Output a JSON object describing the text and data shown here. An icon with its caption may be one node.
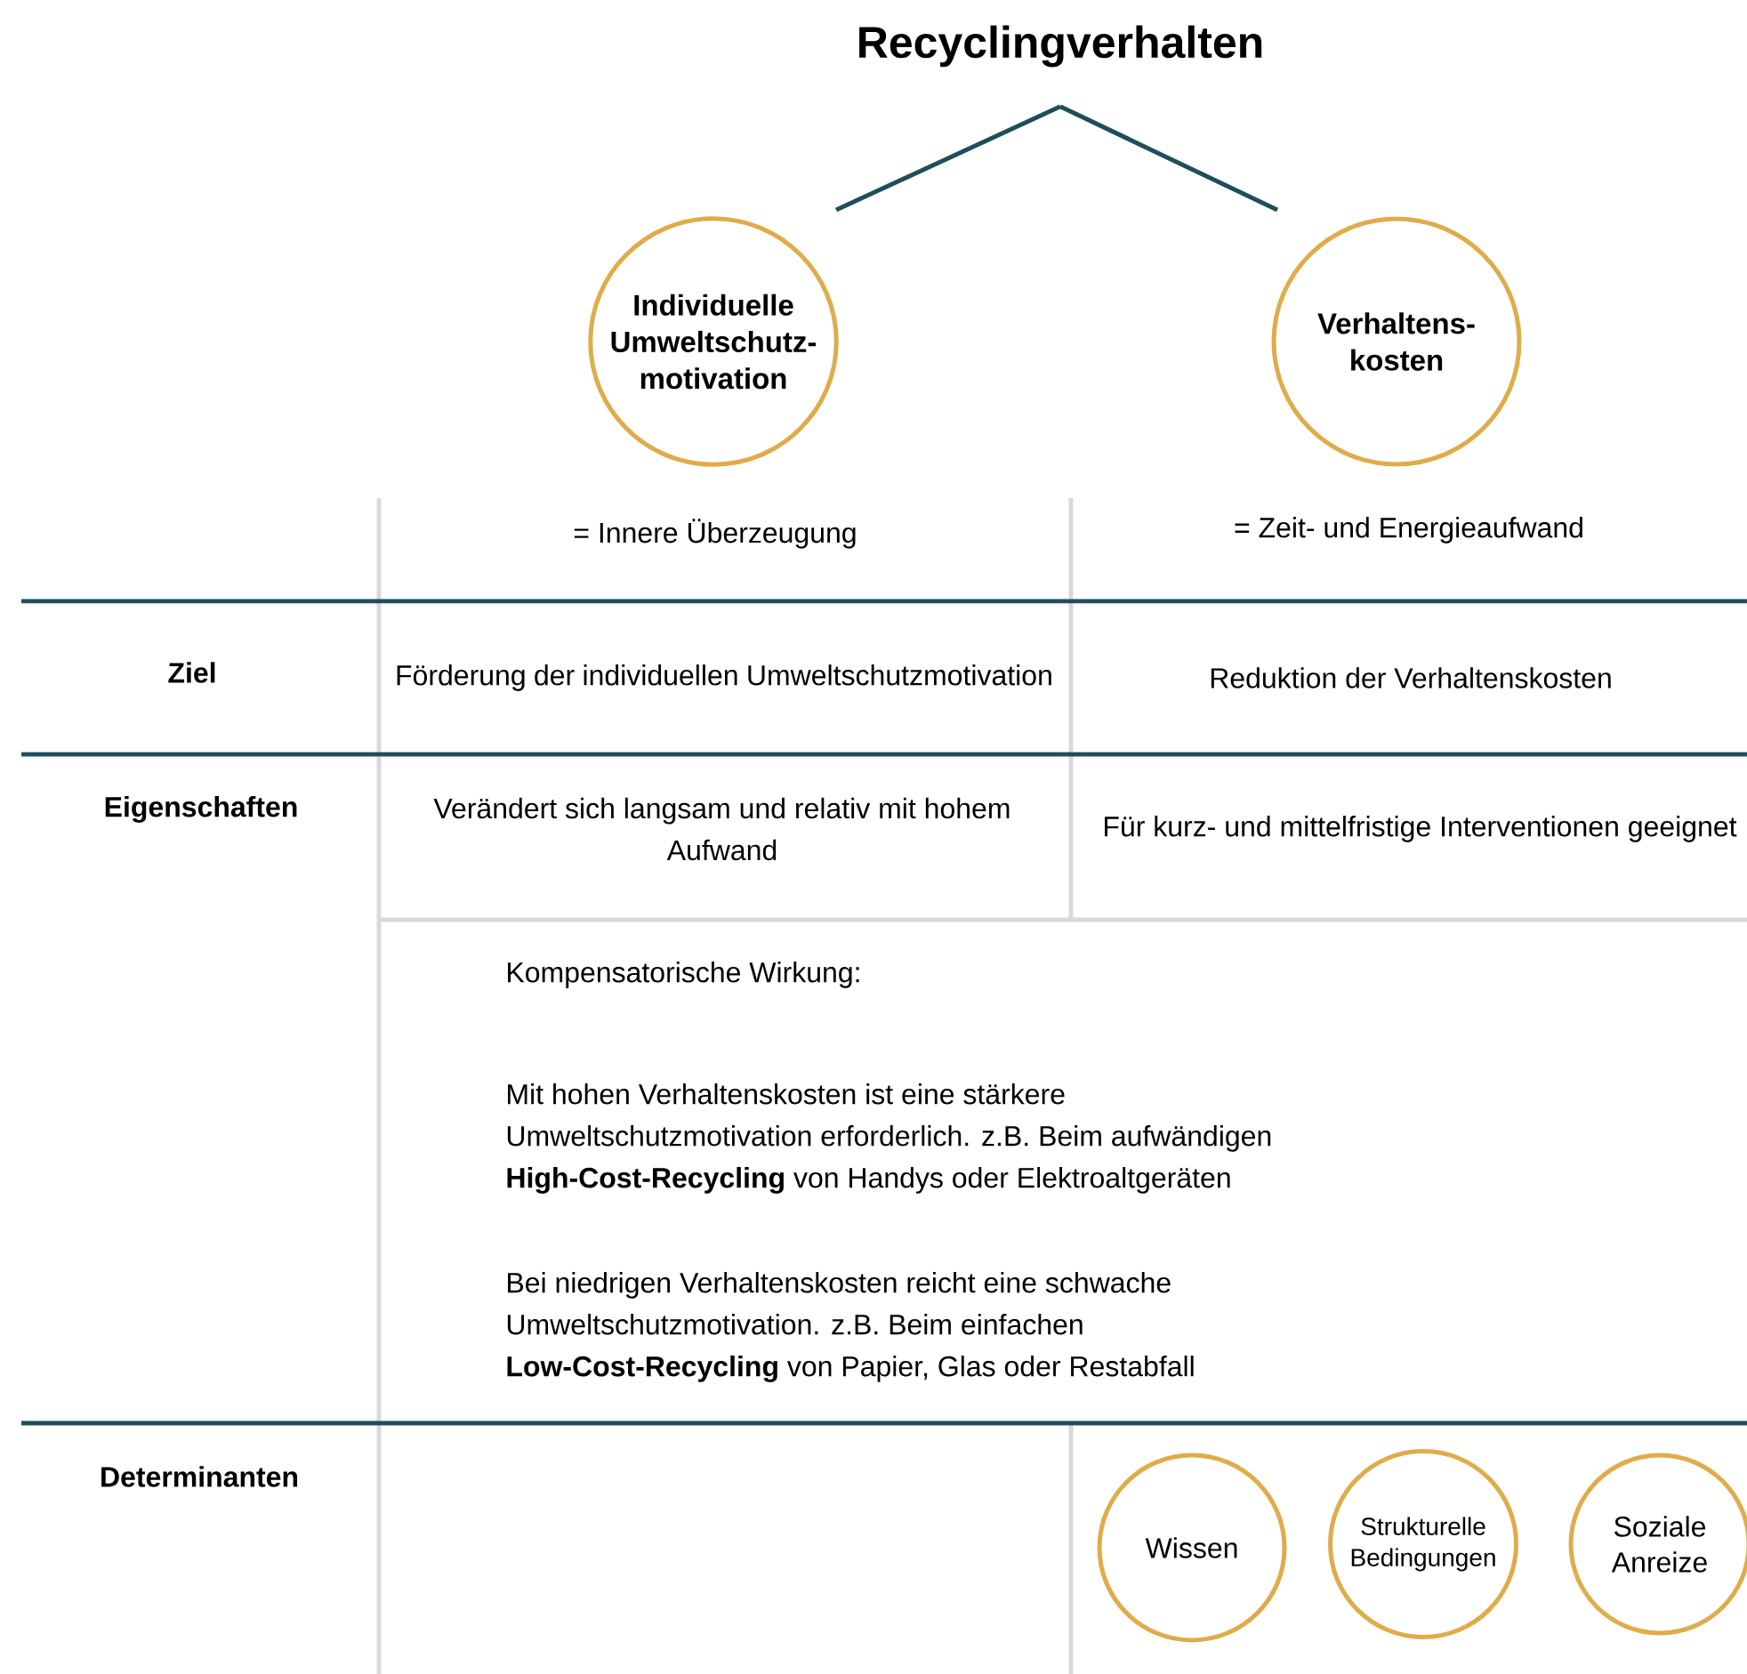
{
  "diagram": {
    "nodes": [
      {
        "text": [
          "Recyclingverhalten"
        ]
      },
      {
        "text": [
          "Individuelle Umweltschutz- motivation"
        ]
      },
      {
        "text": [
          "Verhaltens- kosten"
        ]
      },
      {
        "text": [
          "Wissen"
        ]
      },
      {
        "text": [
          "Strukturelle Bedingungen"
        ]
      },
      {
        "text": [
          "Soziale Anreize"
        ]
      }
    ],
    "edges": [
      {
        "from": 0,
        "to": 1,
        "arrow": "none"
      },
      {
        "from": 0,
        "to": 2,
        "arrow": "none"
      }
    ],
    "labels": [
      "= Innere Überzeugung",
      "= Zeit- und Energieaufwand",
      "Ziel",
      "Förderung der individuellen Umweltschutzmotivation",
      "Reduktion der Verhaltenskosten",
      "Eigenschaften",
      "Verändert sich langsam und relativ mit hohem Aufwand",
      "Für kurz- und mittelfristige Interventionen geeignet",
      "Kompensatorische Wirkung:",
      "Mit hohen Verhaltenskosten ist eine stärkere Umweltschutzmotivation erforderlich. z.B. Beim aufwändigen **High-Cost-Recycling** von Handys oder Elektroaltgeräten",
      "Bei niedrigen Verhaltenskosten reicht eine schwache Umweltschutzmotivation. z.B. Beim einfachen **Low-Cost-Recycling** von Papier, Glas oder Restabfall",
      "Determinanten"
    ]
  }
}
